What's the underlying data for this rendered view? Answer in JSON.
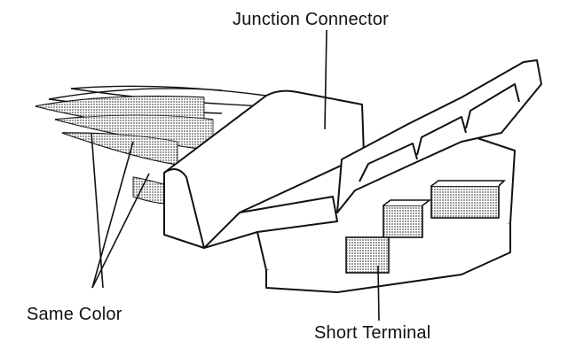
{
  "labels": {
    "junction_connector": "Junction Connector",
    "same_color": "Same Color",
    "short_terminal": "Short Terminal"
  },
  "colors": {
    "ink": "#111111",
    "paper": "#ffffff",
    "hatch": "#9a9a9a"
  }
}
